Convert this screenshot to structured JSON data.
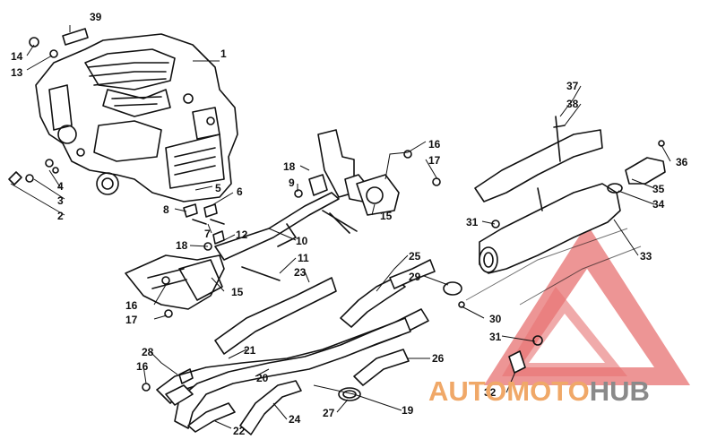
{
  "callouts": [
    {
      "id": "c39",
      "label": "39"
    },
    {
      "id": "c1",
      "label": "1"
    },
    {
      "id": "c14",
      "label": "14"
    },
    {
      "id": "c13",
      "label": "13"
    },
    {
      "id": "c4",
      "label": "4"
    },
    {
      "id": "c3",
      "label": "3"
    },
    {
      "id": "c2",
      "label": "2"
    },
    {
      "id": "c5",
      "label": "5"
    },
    {
      "id": "c6",
      "label": "6"
    },
    {
      "id": "c7",
      "label": "7"
    },
    {
      "id": "c8",
      "label": "8"
    },
    {
      "id": "c18a",
      "label": "18"
    },
    {
      "id": "c9",
      "label": "9"
    },
    {
      "id": "c16a",
      "label": "16"
    },
    {
      "id": "c17a",
      "label": "17"
    },
    {
      "id": "c15a",
      "label": "15"
    },
    {
      "id": "c12",
      "label": "12"
    },
    {
      "id": "c10",
      "label": "10"
    },
    {
      "id": "c18b",
      "label": "18"
    },
    {
      "id": "c11",
      "label": "11"
    },
    {
      "id": "c23",
      "label": "23"
    },
    {
      "id": "c16b",
      "label": "16"
    },
    {
      "id": "c15b",
      "label": "15"
    },
    {
      "id": "c17b",
      "label": "17"
    },
    {
      "id": "c25",
      "label": "25"
    },
    {
      "id": "c29",
      "label": "29"
    },
    {
      "id": "c37",
      "label": "37"
    },
    {
      "id": "c38",
      "label": "38"
    },
    {
      "id": "c36",
      "label": "36"
    },
    {
      "id": "c35",
      "label": "35"
    },
    {
      "id": "c34",
      "label": "34"
    },
    {
      "id": "c31a",
      "label": "31"
    },
    {
      "id": "c33",
      "label": "33"
    },
    {
      "id": "c30",
      "label": "30"
    },
    {
      "id": "c31b",
      "label": "31"
    },
    {
      "id": "c28",
      "label": "28"
    },
    {
      "id": "c21",
      "label": "21"
    },
    {
      "id": "c16c",
      "label": "16"
    },
    {
      "id": "c20",
      "label": "20"
    },
    {
      "id": "c26",
      "label": "26"
    },
    {
      "id": "c32",
      "label": "32"
    },
    {
      "id": "c27",
      "label": "27"
    },
    {
      "id": "c19",
      "label": "19"
    },
    {
      "id": "c24",
      "label": "24"
    },
    {
      "id": "c22",
      "label": "22"
    }
  ],
  "watermark": {
    "part1": "AUTO",
    "part2": "MOTO",
    "part3": "HUB",
    "color_logo": "#e05050",
    "color_orange": "#f0a868",
    "color_gray": "#8a8a8a"
  }
}
